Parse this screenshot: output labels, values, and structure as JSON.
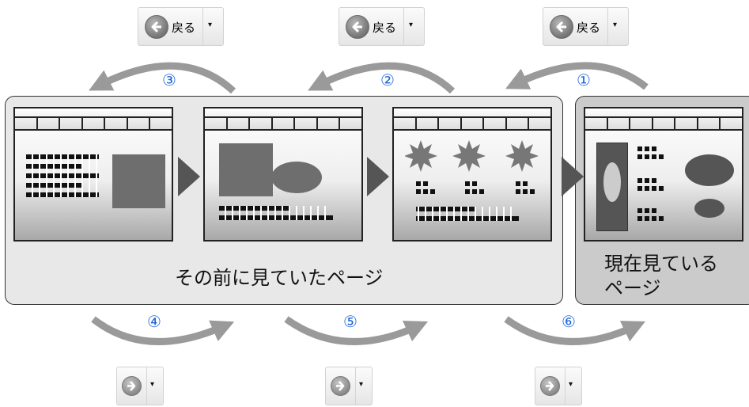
{
  "toolbar": {
    "back_buttons": [
      {
        "label": "戻る"
      },
      {
        "label": "戻る"
      },
      {
        "label": "戻る"
      }
    ],
    "dropdown_glyph": "▾"
  },
  "steps": {
    "back": [
      "③",
      "②",
      "①"
    ],
    "forward": [
      "④",
      "⑤",
      "⑥"
    ]
  },
  "panels": {
    "previous_label": "その前に見ていたページ",
    "current_label_line1": "現在見ている",
    "current_label_line2": "ページ"
  },
  "colors": {
    "arrow": "#9a9a9a",
    "step_number": "#1e66d6",
    "previous_panel": "#e8e8e8",
    "current_panel": "#cbcbcb"
  }
}
